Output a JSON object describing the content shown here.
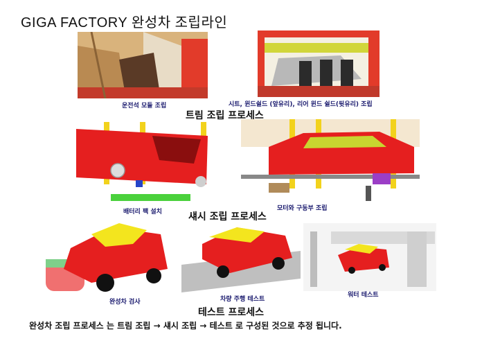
{
  "title": "GIGA FACTORY  완성차 조립라인",
  "sections": {
    "trim": "트림 조립 프로세스",
    "chassis": "섀시 조립 프로세스",
    "test": "테스트 프로세스"
  },
  "captions": {
    "cockpit": "운전석 모듈 조립",
    "seat_windshield": "시트, 윈드쉴드 (앞유리), 리어 윈드 쉴드(뒷유리) 조립",
    "battery": "배터리 팩 설치",
    "motor_drive": "모터와 구동부 조립",
    "inspection": "완성차 검사",
    "driving_test": "차량 주행 테스트",
    "water_test": "워터 테스트"
  },
  "summary": "완성차 조립 프로세스 는 트림 조립 →  섀시 조립 →  테스트 로 구성된 것으로 추정 됩니다."
}
